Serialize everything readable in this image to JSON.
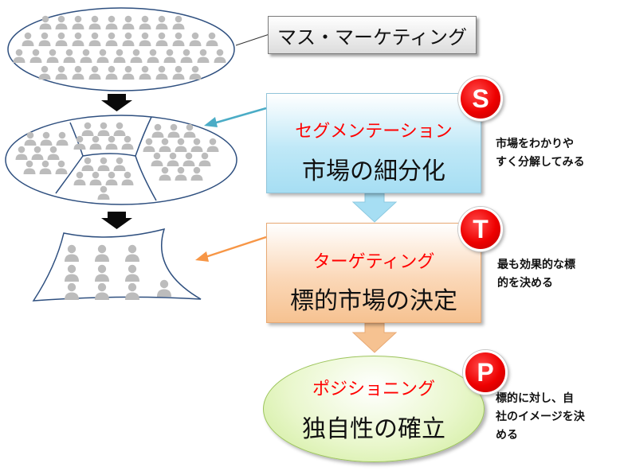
{
  "mass_marketing_label": "マス・マーケティング",
  "stages": [
    {
      "badge": "S",
      "name": "セグメンテーション",
      "definition": "市場の細分化",
      "note": "市場をわかりや\nすく分解してみる"
    },
    {
      "badge": "T",
      "name": "ターゲティング",
      "definition": "標的市場の決定",
      "note": "最も効果的な標\n的を決める"
    },
    {
      "badge": "P",
      "name": "ポジショニング",
      "definition": "独自性の確立",
      "note": "標的に対し、自\n社のイメージを決\nめる"
    }
  ],
  "colors": {
    "stage_name_text": "#ff0000",
    "badge": "#ee0000",
    "segmentation_box": "#bfe8f7",
    "targeting_box": "#fbd8b8",
    "positioning_box": "#d8f0aa",
    "arrow_blue": "#4bacc6",
    "arrow_orange": "#f79646",
    "person_icon": "#bfbfbf",
    "outline": "#2e4f7f"
  },
  "icons": [
    "person-icon",
    "down-arrow-icon"
  ]
}
